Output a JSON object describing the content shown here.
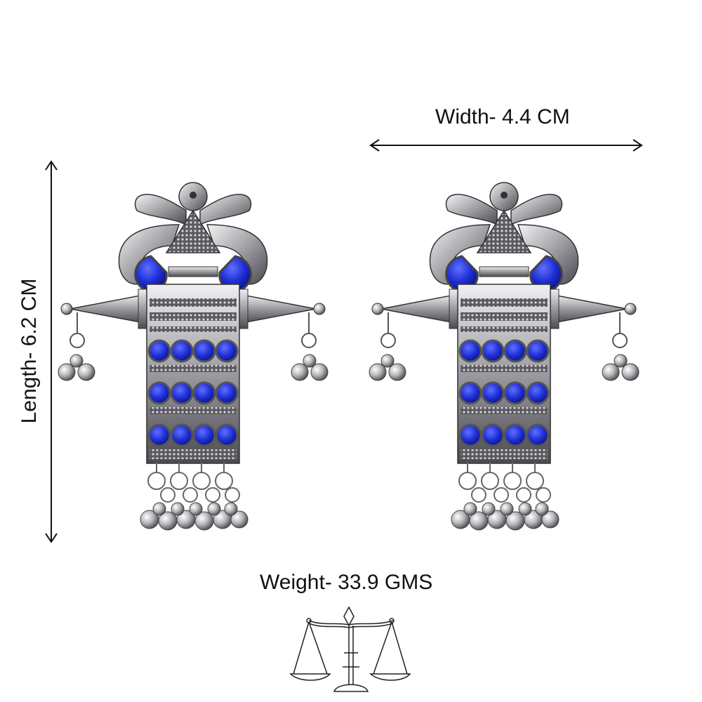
{
  "labels": {
    "width": "Width- 4.4 CM",
    "length": "Length- 6.2 CM",
    "weight": "Weight- 33.9 GMS"
  },
  "colors": {
    "stone": "#1f2fd6",
    "silver_light": "#e8e8ea",
    "silver_dark": "#3a3a3e",
    "line": "#111111"
  },
  "icons": {
    "scale": "balance-scale-icon",
    "width_arrow": "double-arrow-horizontal-icon",
    "length_arrow": "double-arrow-vertical-icon"
  }
}
